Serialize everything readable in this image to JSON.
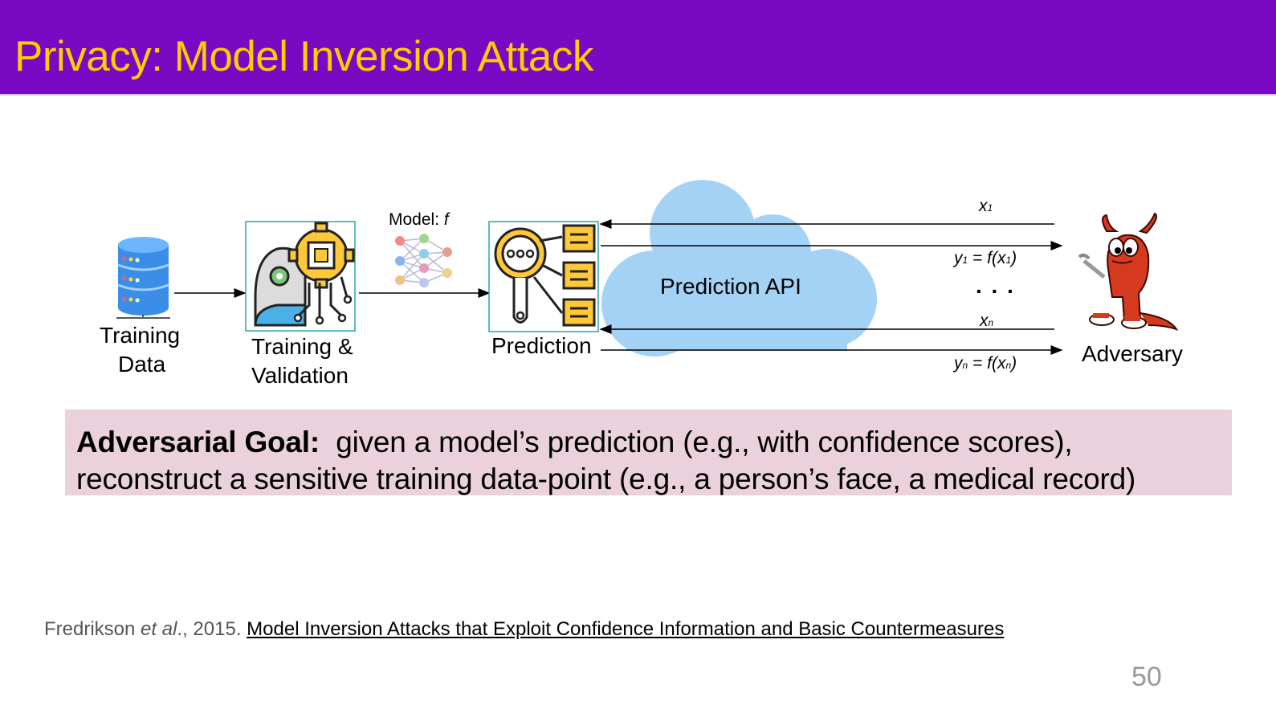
{
  "slide": {
    "title": "Privacy: Model Inversion Attack",
    "page_number": "50"
  },
  "diagram": {
    "training_data_label_1": "Training",
    "training_data_label_2": "Data",
    "training_label_1": "Training &",
    "training_label_2": "Validation",
    "model_label": "Model:",
    "model_symbol": "f",
    "prediction_label": "Prediction",
    "api_label": "Prediction API",
    "query_1": "x",
    "query_1_sub": "1",
    "response_1_y": "y",
    "response_1_sub": "1",
    "response_1_eq": " = f(x",
    "response_1_sub2": "1",
    "response_1_close": ")",
    "ellipsis": ". . .",
    "query_n": "x",
    "query_n_sub": "n",
    "response_n_y": "y",
    "response_n_sub": "n",
    "response_n_eq": " = f(x",
    "response_n_sub2": "n",
    "response_n_close": ")",
    "adversary_label": "Adversary"
  },
  "goal": {
    "heading": "Adversarial Goal:",
    "line_1": "given a model’s prediction (e.g., with confidence scores),",
    "line_2": "reconstruct a sensitive training data-point (e.g., a person’s face, a medical record)"
  },
  "citation": {
    "authors": "Fredrikson",
    "et_al": "et al",
    "year": "., 2015.",
    "link_text": "Model Inversion Attacks that Exploit Confidence Information and Basic Countermeasures"
  },
  "colors": {
    "title_bar": "#7a09c4",
    "title_text": "#ffcc00",
    "goal_box": "#ead1dc",
    "cloud": "#a4d2f5",
    "icon_outline": "#2aa5a5",
    "adversary": "#d63a1e"
  },
  "icons": [
    "database-icon",
    "ai-chip-head-icon",
    "neural-network-icon",
    "prediction-search-icon",
    "cloud-icon",
    "devil-adversary-icon"
  ]
}
